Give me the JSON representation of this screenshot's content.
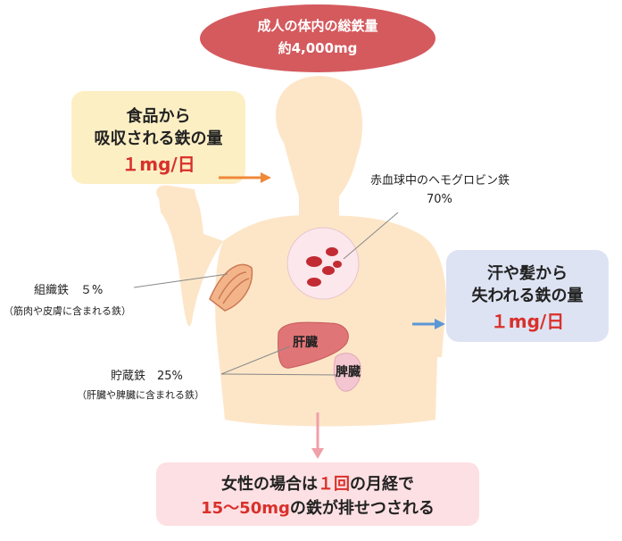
{
  "total": {
    "line1": "成人の体内の総鉄量",
    "line2": "約4,000mg"
  },
  "intake": {
    "line1": "食品から",
    "line2": "吸収される鉄の量",
    "amount": "１mg/日"
  },
  "loss": {
    "line1": "汗や髪から",
    "line2": "失われる鉄の量",
    "amount": "１mg/日"
  },
  "hemoglobin": {
    "label": "赤血球中のヘモグロビン鉄",
    "pct": "70%"
  },
  "tissue": {
    "label": "組織鉄　５%",
    "note": "（筋肉や皮膚に含まれる鉄）"
  },
  "storage": {
    "label": "貯蔵鉄　25%",
    "note": "（肝臓や脾臓に含まれる鉄）"
  },
  "organs": {
    "liver": "肝臓",
    "spleen": "脾臓"
  },
  "menstruation": {
    "line1_a": "女性の場合は",
    "line1_num": "１回",
    "line1_b": "の月経で",
    "line2_num": "15〜50mg",
    "line2_b": "の鉄が排せつされる"
  },
  "colors": {
    "skin": "#fde6c8",
    "oval": "#d45a5e",
    "intake_box": "#fdefc4",
    "loss_box": "#dde3f2",
    "bottom_box": "#fde0e3",
    "liver": "#e07577",
    "spleen": "#f3c6d1",
    "rbc": "#c22b33",
    "arrow_orange": "#f0883a",
    "arrow_blue": "#5b97d6",
    "arrow_pink": "#f0a0a8",
    "accent_red": "#d9302b"
  }
}
